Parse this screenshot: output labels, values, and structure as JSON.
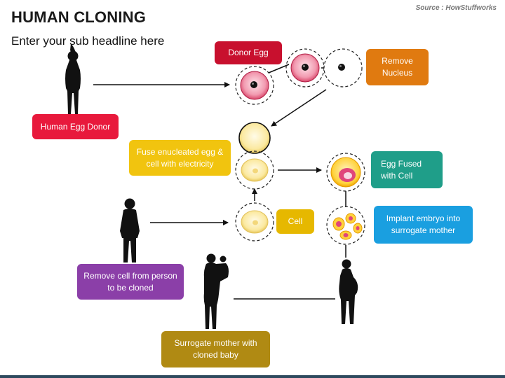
{
  "header": {
    "title": "HUMAN CLONING",
    "subtitle": "Enter your sub headline here",
    "source": "Source : HowStuffworks"
  },
  "labels": {
    "donor_egg": "Donor Egg",
    "remove_nucleus": "Remove Nucleus",
    "human_egg_donor": "Human Egg Donor",
    "fuse": "Fuse enucleated egg & cell with electricity",
    "egg_fused": "Egg Fused with Cell",
    "cell": "Cell",
    "implant": "Implant embryo into surrogate mother",
    "remove_cell": "Remove cell from person to be cloned",
    "surrogate": "Surrogate mother with cloned baby"
  },
  "colors": {
    "donor_egg": "#c8102e",
    "remove_nucleus": "#e07a10",
    "human_egg_donor": "#e8193c",
    "fuse": "#f1c40f",
    "egg_fused": "#1f9e89",
    "cell": "#e6b800",
    "implant": "#1a9fe0",
    "remove_cell": "#8b3fa8",
    "surrogate": "#b08a13"
  },
  "icons": [
    "female-silhouette-icon",
    "male-silhouette-icon",
    "mother-with-baby-icon",
    "pregnant-woman-icon",
    "egg-cell-icon",
    "nucleus-icon",
    "embryo-icon"
  ]
}
